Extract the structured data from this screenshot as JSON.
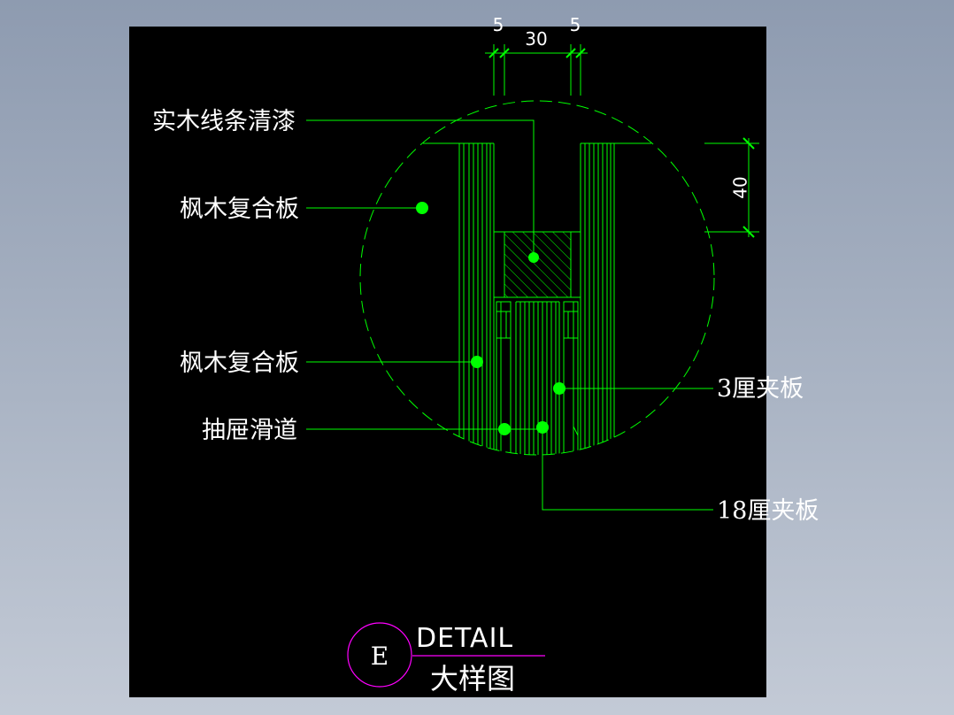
{
  "dimensions": {
    "top_left_5": "5",
    "top_30": "30",
    "top_right_5": "5",
    "right_40": "40"
  },
  "labels": {
    "solid_wood_strip": "实木线条清漆",
    "maple_composite_upper": "枫木复合板",
    "maple_composite_lower": "枫木复合板",
    "drawer_slide": "抽屉滑道",
    "plywood_3": "3厘夹板",
    "plywood_18": "18厘夹板"
  },
  "title_block": {
    "circle_letter": "E",
    "detail_word": "DETAIL",
    "title_cn": "大样图"
  },
  "colors": {
    "canvas": "#000000",
    "geometry": "#00ff00",
    "leader": "#00ff00",
    "text": "#ffffff",
    "title_circle": "#ff00ff",
    "frame_background": "#8e9bb0"
  }
}
